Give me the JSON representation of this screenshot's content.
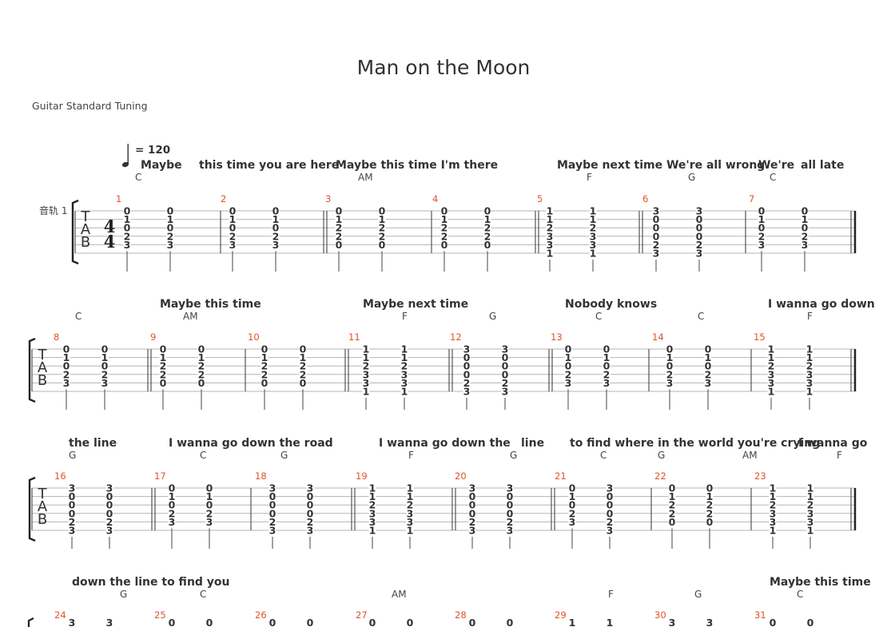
{
  "song": {
    "title": "Man on the Moon",
    "tuning": "Guitar Standard Tuning",
    "tempo": "= 120",
    "track_label": "音轨 1",
    "tab_letters": [
      "T",
      "A",
      "B"
    ],
    "time_signature": [
      "4",
      "4"
    ]
  },
  "systems": [
    {
      "lyrics": [
        "Maybe",
        "this time you are here",
        "Maybe this time I'm there",
        "Maybe next time We're all wrong",
        "We're",
        "all late"
      ],
      "chords": [
        "C",
        "AM",
        "F",
        "G",
        "C"
      ],
      "measures": [
        {
          "num": "1",
          "chords": [
            [
              "0",
              "1",
              "0",
              "2",
              "3"
            ],
            [
              "0",
              "1",
              "0",
              "2",
              "3"
            ]
          ]
        },
        {
          "num": "2",
          "chords": [
            [
              "0",
              "1",
              "0",
              "2",
              "3"
            ],
            [
              "0",
              "1",
              "0",
              "2",
              "3"
            ]
          ]
        },
        {
          "num": "3",
          "chords": [
            [
              "0",
              "1",
              "2",
              "2",
              "0"
            ],
            [
              "0",
              "1",
              "2",
              "2",
              "0"
            ]
          ]
        },
        {
          "num": "4",
          "chords": [
            [
              "0",
              "1",
              "2",
              "2",
              "0"
            ],
            [
              "0",
              "1",
              "2",
              "2",
              "0"
            ]
          ]
        },
        {
          "num": "5",
          "chords": [
            [
              "1",
              "1",
              "2",
              "3",
              "3",
              "1"
            ],
            [
              "1",
              "1",
              "2",
              "3",
              "3",
              "1"
            ]
          ]
        },
        {
          "num": "6",
          "chords": [
            [
              "3",
              "0",
              "0",
              "0",
              "2",
              "3"
            ],
            [
              "3",
              "0",
              "0",
              "0",
              "2",
              "3"
            ]
          ]
        },
        {
          "num": "7",
          "chords": [
            [
              "0",
              "1",
              "0",
              "2",
              "3"
            ],
            [
              "0",
              "1",
              "0",
              "2",
              "3"
            ]
          ]
        }
      ]
    },
    {
      "lyrics": [
        "Maybe this time",
        "Maybe next time",
        "Nobody knows",
        "I wanna go down"
      ],
      "chords": [
        "C",
        "AM",
        "F",
        "G",
        "C",
        "C",
        "F"
      ],
      "measures": [
        {
          "num": "8",
          "chords": [
            [
              "0",
              "1",
              "0",
              "2",
              "3"
            ],
            [
              "0",
              "1",
              "0",
              "2",
              "3"
            ]
          ]
        },
        {
          "num": "9",
          "chords": [
            [
              "0",
              "1",
              "2",
              "2",
              "0"
            ],
            [
              "0",
              "1",
              "2",
              "2",
              "0"
            ]
          ]
        },
        {
          "num": "10",
          "chords": [
            [
              "0",
              "1",
              "2",
              "2",
              "0"
            ],
            [
              "0",
              "1",
              "2",
              "2",
              "0"
            ]
          ]
        },
        {
          "num": "11",
          "chords": [
            [
              "1",
              "1",
              "2",
              "3",
              "3",
              "1"
            ],
            [
              "1",
              "1",
              "2",
              "3",
              "3",
              "1"
            ]
          ]
        },
        {
          "num": "12",
          "chords": [
            [
              "3",
              "0",
              "0",
              "0",
              "2",
              "3"
            ],
            [
              "3",
              "0",
              "0",
              "0",
              "2",
              "3"
            ]
          ]
        },
        {
          "num": "13",
          "chords": [
            [
              "0",
              "1",
              "0",
              "2",
              "3"
            ],
            [
              "0",
              "1",
              "0",
              "2",
              "3"
            ]
          ]
        },
        {
          "num": "14",
          "chords": [
            [
              "0",
              "1",
              "0",
              "2",
              "3"
            ],
            [
              "0",
              "1",
              "0",
              "2",
              "3"
            ]
          ]
        },
        {
          "num": "15",
          "chords": [
            [
              "1",
              "1",
              "2",
              "3",
              "3",
              "1"
            ],
            [
              "1",
              "1",
              "2",
              "3",
              "3",
              "1"
            ]
          ]
        }
      ]
    },
    {
      "lyrics": [
        "the line",
        "I wanna go down the road",
        "I wanna go down the",
        "line",
        "to find where in the world you're crying",
        "I wanna go"
      ],
      "chords": [
        "G",
        "C",
        "G",
        "F",
        "G",
        "C",
        "G",
        "AM",
        "F"
      ],
      "measures": [
        {
          "num": "16",
          "chords": [
            [
              "3",
              "0",
              "0",
              "0",
              "2",
              "3"
            ],
            [
              "3",
              "0",
              "0",
              "0",
              "2",
              "3"
            ]
          ]
        },
        {
          "num": "17",
          "chords": [
            [
              "0",
              "1",
              "0",
              "2",
              "3"
            ],
            [
              "0",
              "1",
              "0",
              "2",
              "3"
            ]
          ]
        },
        {
          "num": "18",
          "chords": [
            [
              "3",
              "0",
              "0",
              "0",
              "2",
              "3"
            ],
            [
              "3",
              "0",
              "0",
              "0",
              "2",
              "3"
            ]
          ]
        },
        {
          "num": "19",
          "chords": [
            [
              "1",
              "1",
              "2",
              "3",
              "3",
              "1"
            ],
            [
              "1",
              "1",
              "2",
              "3",
              "3",
              "1"
            ]
          ]
        },
        {
          "num": "20",
          "chords": [
            [
              "3",
              "0",
              "0",
              "0",
              "2",
              "3"
            ],
            [
              "3",
              "0",
              "0",
              "0",
              "2",
              "3"
            ]
          ]
        },
        {
          "num": "21",
          "chords": [
            [
              "0",
              "1",
              "0",
              "2",
              "3"
            ],
            [
              "3",
              "0",
              "0",
              "0",
              "2",
              "3"
            ]
          ]
        },
        {
          "num": "22",
          "chords": [
            [
              "0",
              "1",
              "2",
              "2",
              "0"
            ],
            [
              "0",
              "1",
              "2",
              "2",
              "0"
            ]
          ]
        },
        {
          "num": "23",
          "chords": [
            [
              "1",
              "1",
              "2",
              "3",
              "3",
              "1"
            ],
            [
              "1",
              "1",
              "2",
              "3",
              "3",
              "1"
            ]
          ]
        }
      ]
    },
    {
      "lyrics": [
        "down the line to find you",
        "Maybe this time"
      ],
      "chords": [
        "G",
        "C",
        "AM",
        "F",
        "G",
        "C"
      ],
      "measures": [
        {
          "num": "24",
          "chords": [
            [
              "3"
            ],
            [
              "3"
            ]
          ]
        },
        {
          "num": "25",
          "chords": [
            [
              "0"
            ],
            [
              "0"
            ]
          ]
        },
        {
          "num": "26",
          "chords": [
            [
              "0"
            ],
            [
              "0"
            ]
          ]
        },
        {
          "num": "27",
          "chords": [
            [
              "0"
            ],
            [
              "0"
            ]
          ]
        },
        {
          "num": "28",
          "chords": [
            [
              "0"
            ],
            [
              "0"
            ]
          ]
        },
        {
          "num": "29",
          "chords": [
            [
              "1"
            ],
            [
              "1"
            ]
          ]
        },
        {
          "num": "30",
          "chords": [
            [
              "3"
            ],
            [
              "3"
            ]
          ]
        },
        {
          "num": "31",
          "chords": [
            [
              "0"
            ],
            [
              "0"
            ]
          ]
        }
      ]
    }
  ]
}
